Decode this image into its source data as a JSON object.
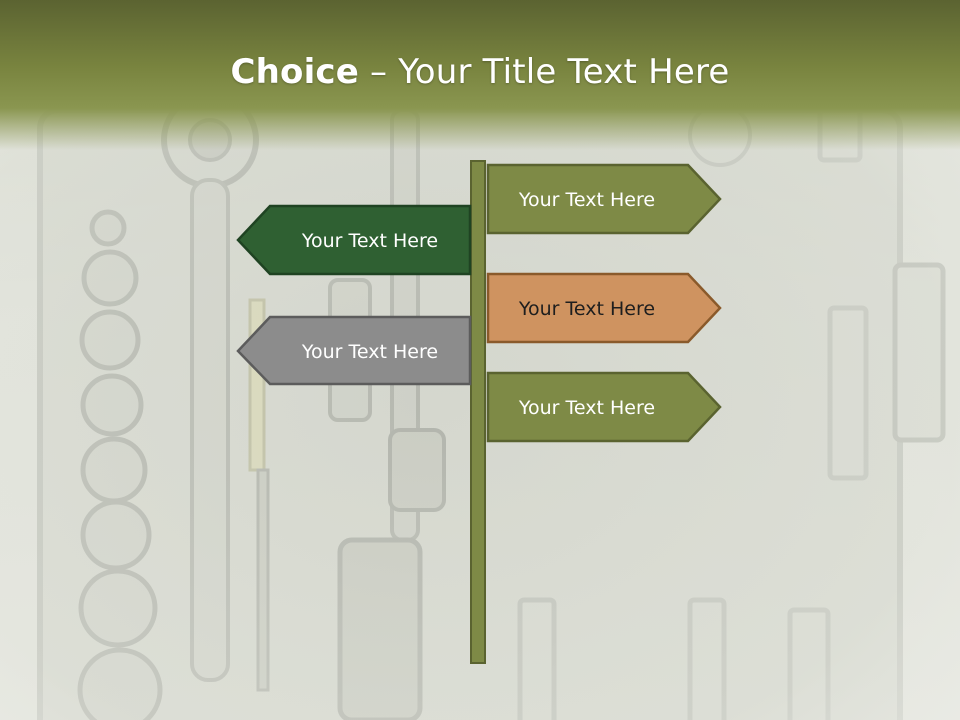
{
  "slide": {
    "title_bold": "Choice",
    "title_rest": " – Your Title Text Here"
  },
  "signs": [
    {
      "label": "Your Text Here",
      "side": "right",
      "fill": "#7e8a46",
      "stroke": "#5a6330",
      "text_color": "#ffffff"
    },
    {
      "label": "Your Text Here",
      "side": "left",
      "fill": "#2f6032",
      "stroke": "#1f4322",
      "text_color": "#ffffff"
    },
    {
      "label": "Your Text Here",
      "side": "right",
      "fill": "#cf9360",
      "stroke": "#8a5a2b",
      "text_color": "#1e1e1e"
    },
    {
      "label": "Your Text Here",
      "side": "left",
      "fill": "#8c8c8c",
      "stroke": "#5c5c5c",
      "text_color": "#ffffff"
    },
    {
      "label": "Your Text Here",
      "side": "right",
      "fill": "#7e8a46",
      "stroke": "#5a6330",
      "text_color": "#ffffff"
    }
  ]
}
